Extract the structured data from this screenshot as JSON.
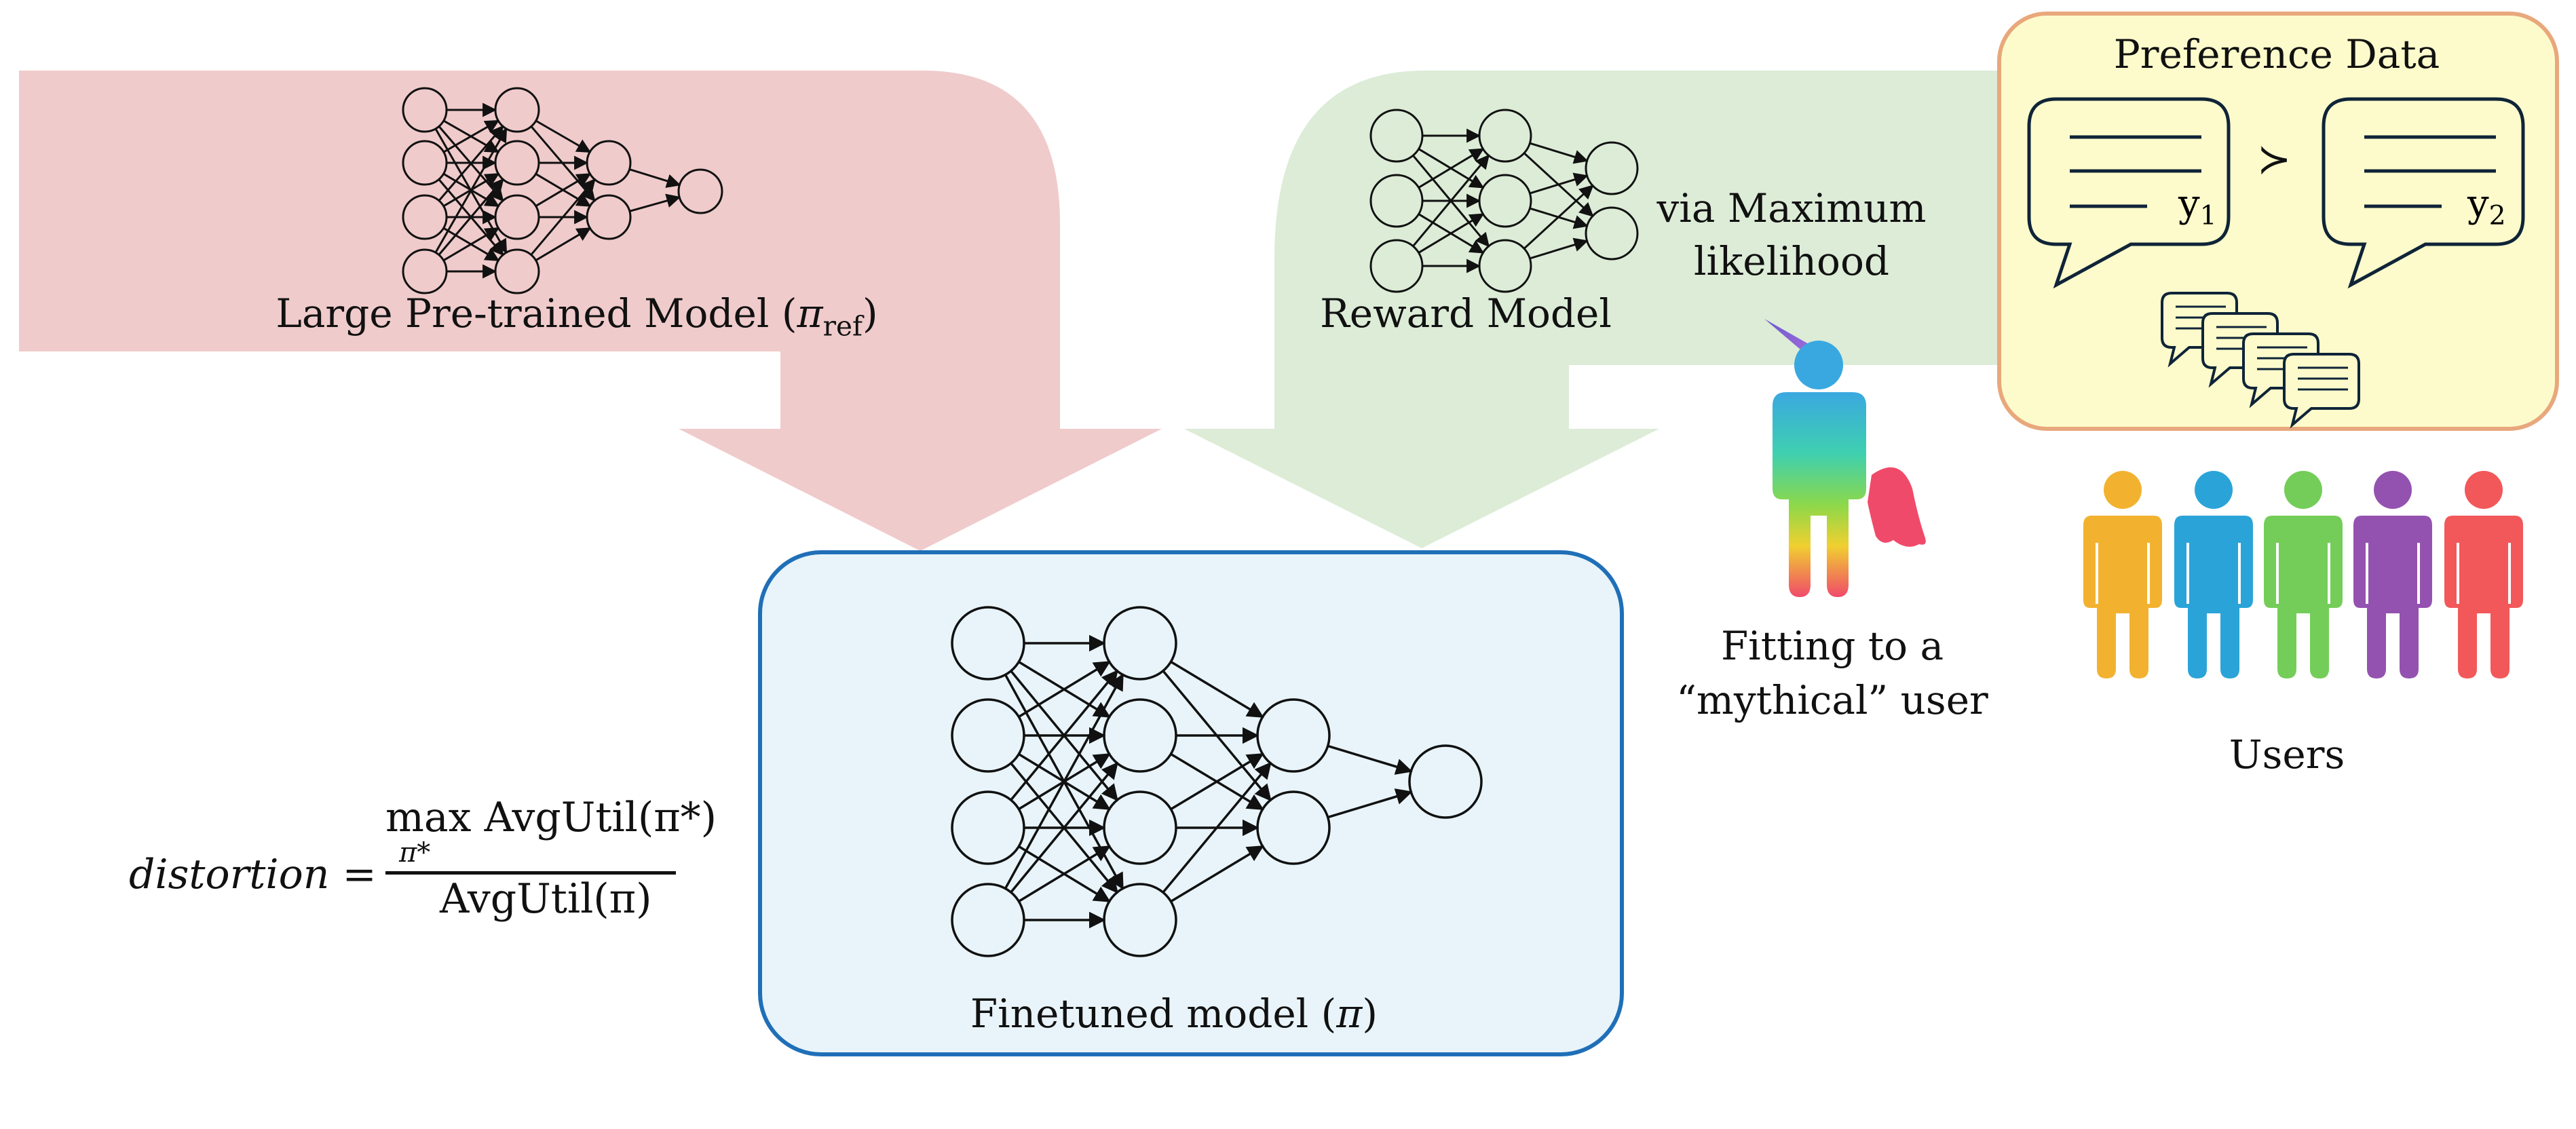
{
  "labels": {
    "pretrained_prefix": "Large Pre-trained Model (",
    "pi_symbol": "π",
    "ref_sub": "ref",
    "close_paren": ")",
    "reward_model": "Reward Model",
    "via_max_line1": "via Maximum",
    "via_max_line2": "likelihood",
    "preference_data": "Preference Data",
    "prefers_symbol": "≻",
    "y1": "y",
    "y1_sub": "1",
    "y2": "y",
    "y2_sub": "2",
    "fitting_line1": "Fitting to a",
    "fitting_line2": "“mythical” user",
    "users": "Users",
    "finetuned_prefix": "Finetuned model (",
    "finetuned_pi": "π",
    "finetuned_close": ")"
  },
  "formula": {
    "lhs": "distortion =",
    "numerator": "max AvgUtil(π*)",
    "max_subscript": "π*",
    "denominator": "AvgUtil(π)"
  },
  "colors": {
    "pink_arrow": "#f0cbcb",
    "green_arrow": "#dcecd7",
    "finetuned_fill": "#e8f4f9",
    "finetuned_border": "#1f6fb8",
    "pref_fill": "#fdfbcb",
    "pref_border": "#e8a87c",
    "user_colors": [
      "#f2b230",
      "#2aa4d8",
      "#74cd58",
      "#9452b0",
      "#f2585a"
    ]
  },
  "icons": [
    "neural-network-icon",
    "speech-bubble-icon",
    "person-icon",
    "unicorn-user-icon"
  ]
}
